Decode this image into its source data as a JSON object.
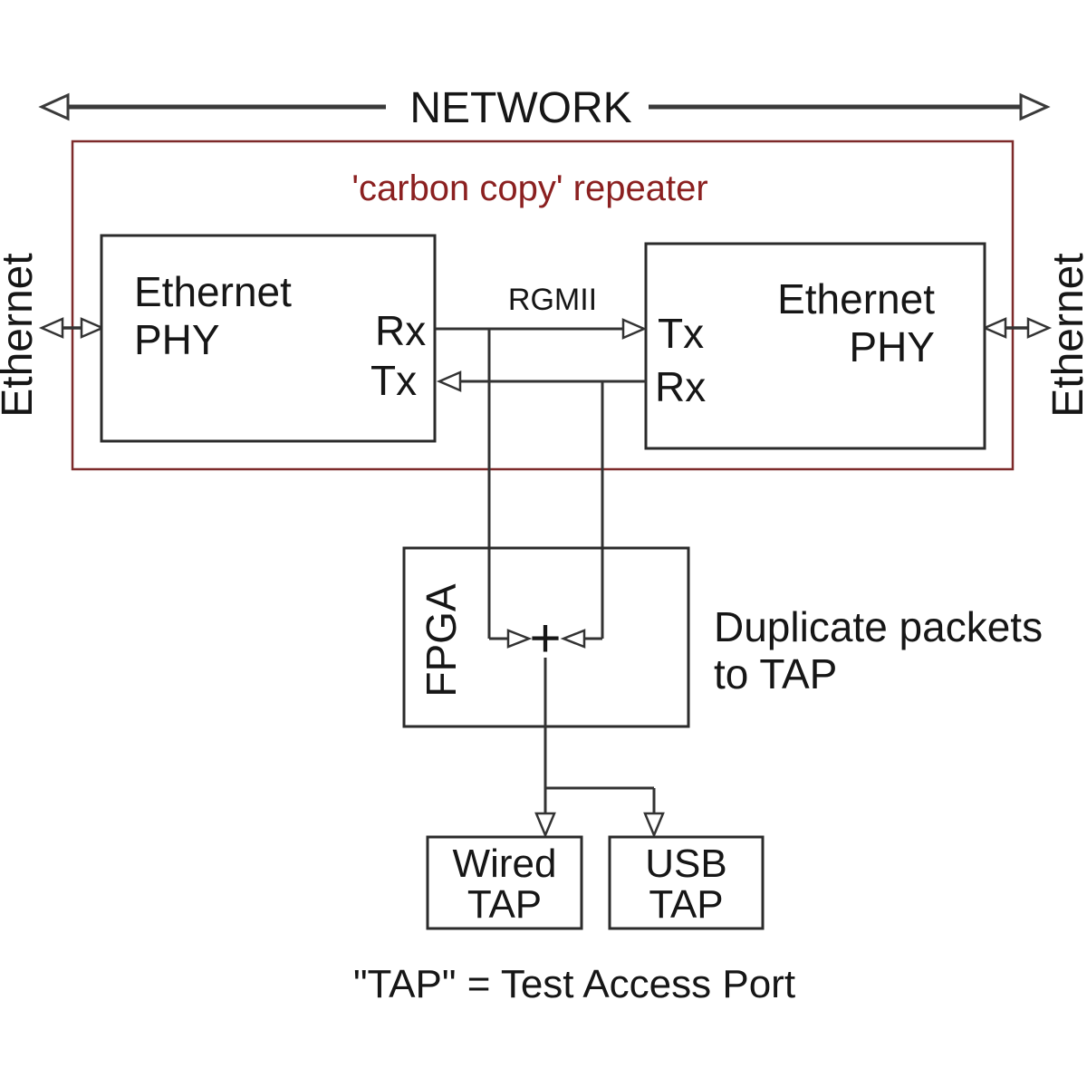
{
  "diagram": {
    "network_label": "NETWORK",
    "repeater_label": "'carbon copy' repeater",
    "bus_label": "RGMII",
    "side_left_label": "Ethernet",
    "side_right_label": "Ethernet",
    "phy_left": {
      "name_line1": "Ethernet",
      "name_line2": "PHY",
      "port_top": "Rx",
      "port_bottom": "Tx"
    },
    "phy_right": {
      "name_line1": "Ethernet",
      "name_line2": "PHY",
      "port_top": "Tx",
      "port_bottom": "Rx"
    },
    "fpga_label": "FPGA",
    "sum_symbol": "+",
    "note_line1": "Duplicate packets",
    "note_line2": "to TAP",
    "wired_tap": {
      "line1": "Wired",
      "line2": "TAP"
    },
    "usb_tap": {
      "line1": "USB",
      "line2": "TAP"
    },
    "caption": "\"TAP\" = Test Access Port",
    "colors": {
      "line": "#333333",
      "text": "#161616",
      "repeater_text": "#8b2020",
      "repeater_border": "#7d2a2a",
      "background": "#ffffff"
    }
  }
}
